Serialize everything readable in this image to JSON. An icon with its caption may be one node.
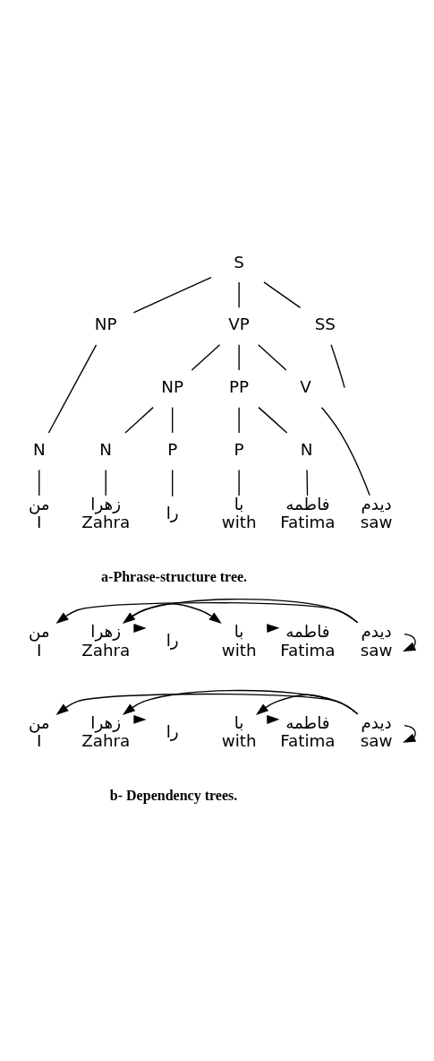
{
  "diagram": {
    "nodes": [
      {
        "text": [
          "S"
        ]
      },
      {
        "text": [
          "NP"
        ]
      },
      {
        "text": [
          "VP"
        ]
      },
      {
        "text": [
          "SS"
        ]
      },
      {
        "text": [
          "N"
        ]
      },
      {
        "text": [
          "NP"
        ]
      },
      {
        "text": [
          "PP"
        ]
      },
      {
        "text": [
          "V"
        ]
      },
      {
        "text": [
          "N"
        ]
      },
      {
        "text": [
          "P"
        ]
      },
      {
        "text": [
          "P"
        ]
      },
      {
        "text": [
          "N"
        ]
      },
      {
        "text": [
          "من",
          "I"
        ]
      },
      {
        "text": [
          "زهرا",
          "Zahra"
        ]
      },
      {
        "text": [
          "را"
        ]
      },
      {
        "text": [
          "با",
          "with"
        ]
      },
      {
        "text": [
          "فاطمه",
          "Fatima"
        ]
      },
      {
        "text": [
          "دیدم",
          "saw"
        ]
      },
      {
        "text": [
          "من",
          "I"
        ]
      },
      {
        "text": [
          "زهرا",
          "Zahra"
        ]
      },
      {
        "text": [
          "را"
        ]
      },
      {
        "text": [
          "با",
          "with"
        ]
      },
      {
        "text": [
          "فاطمه",
          "Fatima"
        ]
      },
      {
        "text": [
          "دیدم",
          "saw"
        ]
      },
      {
        "text": [
          "من",
          "I"
        ]
      },
      {
        "text": [
          "زهرا",
          "Zahra"
        ]
      },
      {
        "text": [
          "را"
        ]
      },
      {
        "text": [
          "با",
          "with"
        ]
      },
      {
        "text": [
          "فاطمه",
          "Fatima"
        ]
      },
      {
        "text": [
          "دیدم",
          "saw"
        ]
      }
    ],
    "edges": [
      {
        "from": 0,
        "to": 1,
        "arrow": "none"
      },
      {
        "from": 0,
        "to": 2,
        "arrow": "none"
      },
      {
        "from": 0,
        "to": 3,
        "arrow": "none"
      },
      {
        "from": 1,
        "to": 4,
        "arrow": "none"
      },
      {
        "from": 2,
        "to": 5,
        "arrow": "none"
      },
      {
        "from": 2,
        "to": 6,
        "arrow": "none"
      },
      {
        "from": 2,
        "to": 7,
        "arrow": "none"
      },
      {
        "from": 3,
        "to": null,
        "arrow": "none"
      },
      {
        "from": 5,
        "to": 8,
        "arrow": "none"
      },
      {
        "from": 5,
        "to": 9,
        "arrow": "none"
      },
      {
        "from": 6,
        "to": 10,
        "arrow": "none"
      },
      {
        "from": 6,
        "to": 11,
        "arrow": "none"
      },
      {
        "from": 4,
        "to": 12,
        "arrow": "none"
      },
      {
        "from": 8,
        "to": 13,
        "arrow": "none"
      },
      {
        "from": 9,
        "to": 14,
        "arrow": "none"
      },
      {
        "from": 10,
        "to": 15,
        "arrow": "none"
      },
      {
        "from": 11,
        "to": 16,
        "arrow": "none"
      },
      {
        "from": 7,
        "to": 17,
        "arrow": "none"
      },
      {
        "from": 23,
        "to": 18,
        "arrow": "to"
      },
      {
        "from": 23,
        "to": 19,
        "arrow": "to"
      },
      {
        "from": 19,
        "to": 21,
        "arrow": "to"
      },
      {
        "from": 19,
        "to": 20,
        "arrow": "to"
      },
      {
        "from": 21,
        "to": 22,
        "arrow": "to"
      },
      {
        "from": 23,
        "to": 23,
        "arrow": "to"
      },
      {
        "from": 29,
        "to": 24,
        "arrow": "to"
      },
      {
        "from": 29,
        "to": 25,
        "arrow": "to"
      },
      {
        "from": 25,
        "to": 26,
        "arrow": "to"
      },
      {
        "from": 29,
        "to": 27,
        "arrow": "to"
      },
      {
        "from": 27,
        "to": 28,
        "arrow": "to"
      },
      {
        "from": 29,
        "to": 29,
        "arrow": "to"
      }
    ],
    "labels": [
      "a-Phrase-structure tree.",
      "b- Dependency trees."
    ]
  }
}
